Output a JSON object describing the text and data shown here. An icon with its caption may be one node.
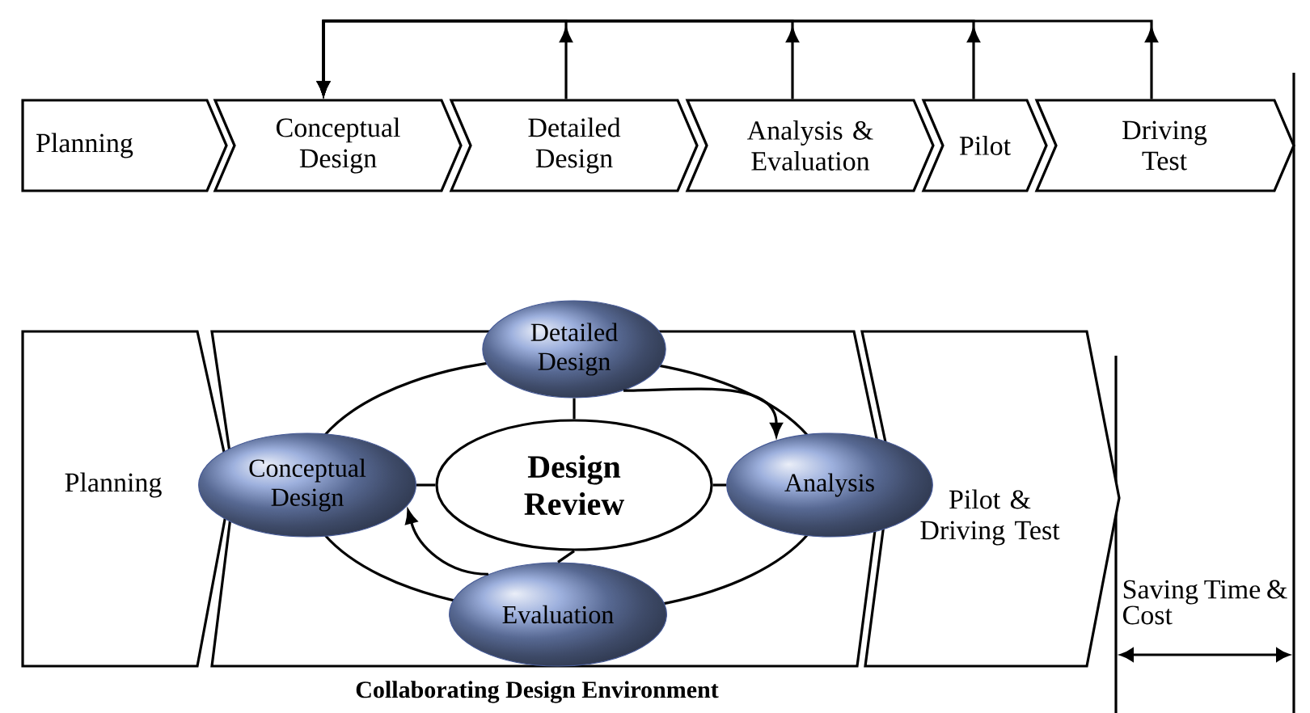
{
  "diagram": {
    "nodes": [
      {
        "text": [
          "Planning"
        ]
      },
      {
        "text": [
          "Conceptual Design"
        ]
      },
      {
        "text": [
          "Detailed Design"
        ]
      },
      {
        "text": [
          "Analysis & Evaluation"
        ]
      },
      {
        "text": [
          "Pilot"
        ]
      },
      {
        "text": [
          "Driving Test"
        ]
      },
      {
        "text": [
          "Planning"
        ]
      },
      {
        "text": [
          "Collaborating Design Environment"
        ]
      },
      {
        "text": [
          "Detailed Design"
        ]
      },
      {
        "text": [
          "Conceptual Design"
        ],
        "in": 7
      },
      {
        "text": [
          "Design Review"
        ],
        "in": 7
      },
      {
        "text": [
          "Analysis"
        ]
      },
      {
        "text": [
          "Evaluation"
        ],
        "in": 7
      },
      {
        "text": [
          "Pilot & Driving Test"
        ]
      }
    ],
    "edges": [
      {
        "from": 2,
        "to": 1,
        "arrow": "to"
      },
      {
        "from": 3,
        "to": 1,
        "arrow": "to"
      },
      {
        "from": 4,
        "to": 1,
        "arrow": "to"
      },
      {
        "from": 5,
        "to": 1,
        "arrow": "to"
      },
      {
        "from": 10,
        "to": 8,
        "arrow": "none"
      },
      {
        "from": 10,
        "to": 9,
        "arrow": "none"
      },
      {
        "from": 10,
        "to": 11,
        "arrow": "none"
      },
      {
        "from": 10,
        "to": 12,
        "arrow": "none"
      },
      {
        "from": 8,
        "to": 11,
        "arrow": "to"
      },
      {
        "from": 12,
        "to": 9,
        "arrow": "to"
      }
    ],
    "labels": [
      "Saving Time & Cost"
    ]
  }
}
